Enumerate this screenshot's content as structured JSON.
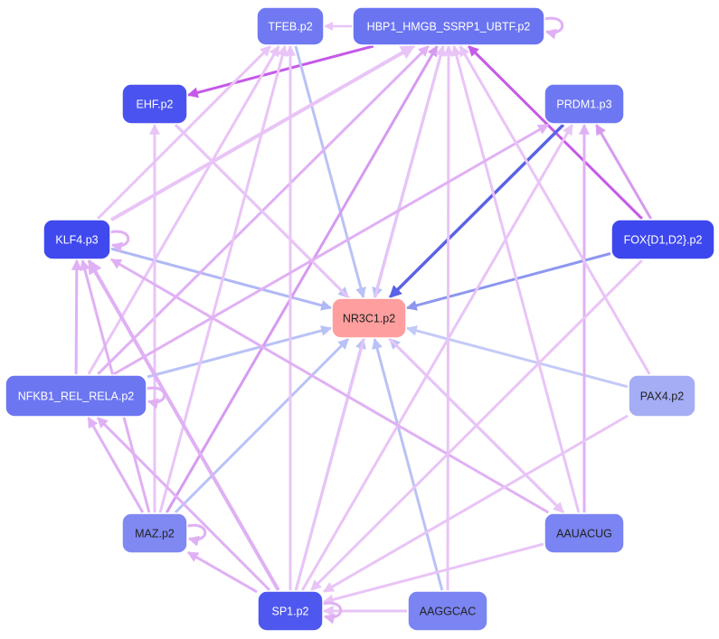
{
  "colors": {
    "edge_light_purple": "#e9c4f7",
    "edge_purple": "#d69af0",
    "edge_magenta": "#c55ae8",
    "edge_light_blue": "#b9c2f6",
    "edge_blue": "#8d97ee",
    "edge_dark_blue": "#5a62e6",
    "node_dark": "#3f49ee",
    "node_mid": "#5e69f1",
    "node_light": "#7a84f2",
    "node_pale": "#a5adf5",
    "node_center": "#ff9e9e"
  },
  "nodes": [
    {
      "id": "tfeb",
      "label": "TFEB.p2",
      "fill": "#7079f1",
      "text": "#ffffff"
    },
    {
      "id": "hbp1",
      "label": "HBP1_HMGB_SSRP1_UBTF.p2",
      "fill": "#6a74f1",
      "text": "#ffffff"
    },
    {
      "id": "ehf",
      "label": "EHF.p2",
      "fill": "#4a53ef",
      "text": "#ffffff"
    },
    {
      "id": "prdm1",
      "label": "PRDM1.p3",
      "fill": "#6d77f1",
      "text": "#ffffff"
    },
    {
      "id": "klf4",
      "label": "KLF4.p3",
      "fill": "#3f49ee",
      "text": "#ffffff"
    },
    {
      "id": "foxd",
      "label": "FOX{D1,D2}.p2",
      "fill": "#3d47ee",
      "text": "#ffffff"
    },
    {
      "id": "nr3c1",
      "label": "NR3C1.p2",
      "fill": "#ff9e9e",
      "text": "#222222"
    },
    {
      "id": "nfkb1",
      "label": "NFKB1_REL_RELA.p2",
      "fill": "#6c76f1",
      "text": "#ffffff"
    },
    {
      "id": "pax4",
      "label": "PAX4.p2",
      "fill": "#a5adf5",
      "text": "#222222"
    },
    {
      "id": "maz",
      "label": "MAZ.p2",
      "fill": "#8088f2",
      "text": "#222222"
    },
    {
      "id": "aauacug",
      "label": "AAUACUG",
      "fill": "#7a84f2",
      "text": "#222222"
    },
    {
      "id": "sp1",
      "label": "SP1.p2",
      "fill": "#4e58ef",
      "text": "#ffffff"
    },
    {
      "id": "aaggcac",
      "label": "AAGGCAC",
      "fill": "#7a84f2",
      "text": "#222222"
    }
  ],
  "edges": [
    {
      "from": "hbp1",
      "to": "tfeb",
      "color": "#e9c4f7",
      "width": 2.5
    },
    {
      "from": "foxd",
      "to": "hbp1",
      "color": "#c55ae8",
      "width": 3
    },
    {
      "from": "hbp1",
      "to": "ehf",
      "color": "#c55ae8",
      "width": 3
    },
    {
      "from": "tfeb",
      "to": "nr3c1",
      "color": "#b9c2f6",
      "width": 3
    },
    {
      "from": "hbp1",
      "to": "nr3c1",
      "color": "#b9c2f6",
      "width": 3
    },
    {
      "from": "ehf",
      "to": "nr3c1",
      "color": "#b9c2f6",
      "width": 3
    },
    {
      "from": "prdm1",
      "to": "nr3c1",
      "color": "#5a62e6",
      "width": 3.5
    },
    {
      "from": "foxd",
      "to": "nr3c1",
      "color": "#8d97ee",
      "width": 3
    },
    {
      "from": "klf4",
      "to": "nr3c1",
      "color": "#b0b8f5",
      "width": 3
    },
    {
      "from": "nfkb1",
      "to": "nr3c1",
      "color": "#b9c2f6",
      "width": 3
    },
    {
      "from": "pax4",
      "to": "nr3c1",
      "color": "#c4caf7",
      "width": 3
    },
    {
      "from": "maz",
      "to": "nr3c1",
      "color": "#b9c2f6",
      "width": 3
    },
    {
      "from": "sp1",
      "to": "nr3c1",
      "color": "#b9c2f6",
      "width": 3
    },
    {
      "from": "aaggcac",
      "to": "nr3c1",
      "color": "#b9c2f6",
      "width": 3
    },
    {
      "from": "aauacug",
      "to": "nr3c1",
      "color": "#b9c2f6",
      "width": 3
    },
    {
      "from": "foxd",
      "to": "prdm1",
      "color": "#d69af0",
      "width": 3
    },
    {
      "from": "aauacug",
      "to": "prdm1",
      "color": "#e0b0f4",
      "width": 3
    },
    {
      "from": "klf4",
      "to": "tfeb",
      "color": "#e9c4f7",
      "width": 3
    },
    {
      "from": "klf4",
      "to": "hbp1",
      "color": "#e9c4f7",
      "width": 4
    },
    {
      "from": "nfkb1",
      "to": "hbp1",
      "color": "#e0b0f4",
      "width": 3
    },
    {
      "from": "maz",
      "to": "hbp1",
      "color": "#d69af0",
      "width": 3
    },
    {
      "from": "sp1",
      "to": "hbp1",
      "color": "#e9c4f7",
      "width": 3
    },
    {
      "from": "aauacug",
      "to": "hbp1",
      "color": "#e9c4f7",
      "width": 3
    },
    {
      "from": "aaggcac",
      "to": "hbp1",
      "color": "#e9c4f7",
      "width": 3
    },
    {
      "from": "sp1",
      "to": "tfeb",
      "color": "#e9c4f7",
      "width": 3
    },
    {
      "from": "maz",
      "to": "tfeb",
      "color": "#e9c4f7",
      "width": 3
    },
    {
      "from": "nfkb1",
      "to": "tfeb",
      "color": "#e9c4f7",
      "width": 3
    },
    {
      "from": "maz",
      "to": "ehf",
      "color": "#e9c4f7",
      "width": 3
    },
    {
      "from": "ehf",
      "to": "aauacug",
      "color": "#e9c4f7",
      "width": 3
    },
    {
      "from": "sp1",
      "to": "prdm1",
      "color": "#e9c4f7",
      "width": 3
    },
    {
      "from": "nfkb1",
      "to": "prdm1",
      "color": "#e0b0f4",
      "width": 3
    },
    {
      "from": "sp1",
      "to": "klf4",
      "color": "#e0b0f4",
      "width": 4
    },
    {
      "from": "maz",
      "to": "klf4",
      "color": "#e0b0f4",
      "width": 3
    },
    {
      "from": "nfkb1",
      "to": "klf4",
      "color": "#e0b0f4",
      "width": 3
    },
    {
      "from": "aauacug",
      "to": "klf4",
      "color": "#e0b0f4",
      "width": 3
    },
    {
      "from": "maz",
      "to": "nfkb1",
      "color": "#e0b0f4",
      "width": 3
    },
    {
      "from": "sp1",
      "to": "nfkb1",
      "color": "#e0b0f4",
      "width": 3
    },
    {
      "from": "sp1",
      "to": "maz",
      "color": "#e0b0f4",
      "width": 3
    },
    {
      "from": "aaggcac",
      "to": "sp1",
      "color": "#e9c4f7",
      "width": 3
    },
    {
      "from": "aauacug",
      "to": "sp1",
      "color": "#e9c4f7",
      "width": 3
    },
    {
      "from": "pax4",
      "to": "sp1",
      "color": "#e9c4f7",
      "width": 3
    },
    {
      "from": "foxd",
      "to": "sp1",
      "color": "#e9c4f7",
      "width": 3
    },
    {
      "from": "pax4",
      "to": "hbp1",
      "color": "#e9c4f7",
      "width": 3
    }
  ],
  "self_loops": [
    "hbp1",
    "klf4",
    "nfkb1",
    "maz",
    "sp1"
  ]
}
